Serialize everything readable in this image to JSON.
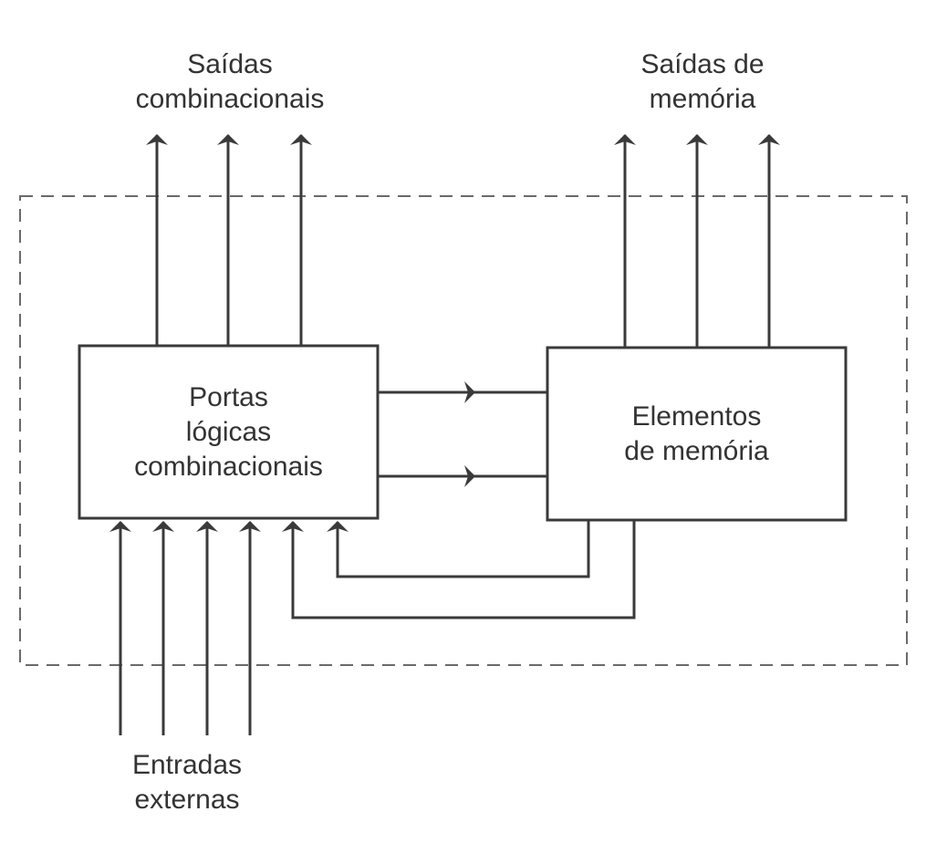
{
  "outputs_combinational": {
    "line1": "Saídas",
    "line2": "combinacionais"
  },
  "outputs_memory": {
    "line1": "Saídas de",
    "line2": "memória"
  },
  "combinational_block": {
    "line1": "Portas",
    "line2": "lógicas",
    "line3": "combinacionais"
  },
  "memory_block": {
    "line1": "Elementos",
    "line2": "de memória"
  },
  "external_inputs": {
    "line1": "Entradas",
    "line2": "externas"
  },
  "colors": {
    "line": "#3a3a3a",
    "dashed_border": "#6a6a6a",
    "text": "#333333"
  }
}
